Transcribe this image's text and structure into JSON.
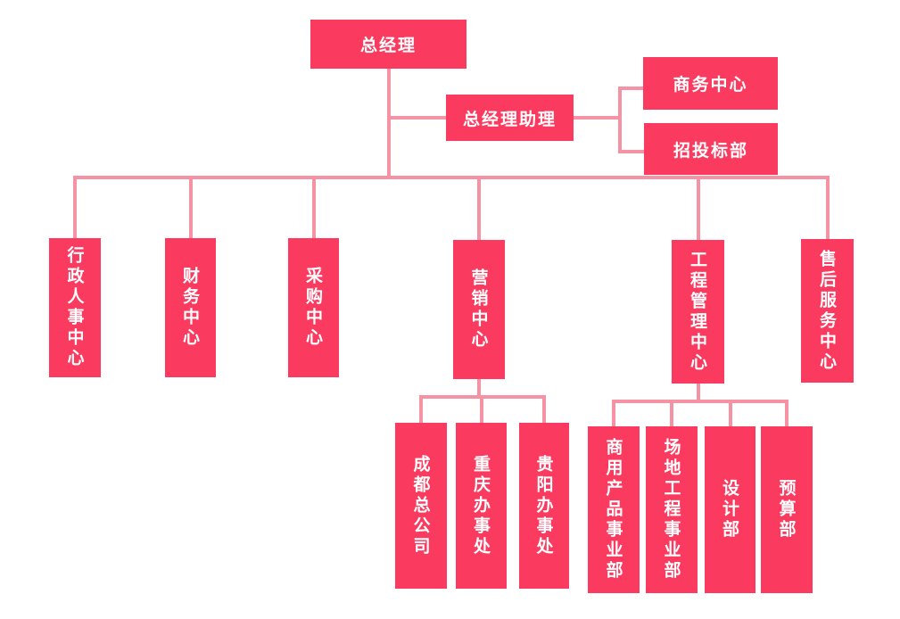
{
  "palette": {
    "node_fill": "#fa3a5e",
    "node_text": "#ffffff",
    "connector": "#f592a3",
    "background": "#ffffff"
  },
  "org": {
    "root": {
      "label": "总经理"
    },
    "assistant": {
      "label": "总经理助理",
      "children": [
        {
          "label": "商务中心"
        },
        {
          "label": "招投标部"
        }
      ]
    },
    "departments": [
      {
        "label": "行政人事中心"
      },
      {
        "label": "财务中心"
      },
      {
        "label": "采购中心"
      },
      {
        "label": "营销中心",
        "children": [
          {
            "label": "成都总公司"
          },
          {
            "label": "重庆办事处"
          },
          {
            "label": "贵阳办事处"
          }
        ]
      },
      {
        "label": "工程管理中心",
        "children": [
          {
            "label": "商用产品事业部"
          },
          {
            "label": "场地工程事业部"
          },
          {
            "label": "设计部"
          },
          {
            "label": "预算部"
          }
        ]
      },
      {
        "label": "售后服务中心"
      }
    ]
  }
}
